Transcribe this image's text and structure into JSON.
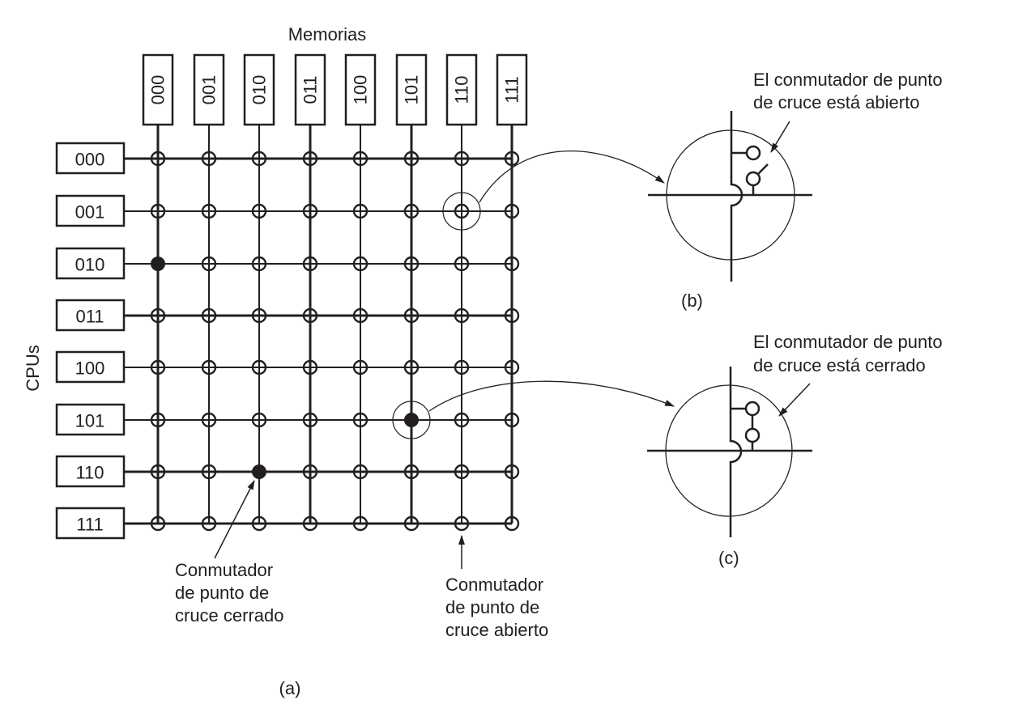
{
  "memories": {
    "title": "Memorias",
    "labels": [
      "000",
      "001",
      "010",
      "011",
      "100",
      "101",
      "110",
      "111"
    ]
  },
  "cpus": {
    "title": "CPUs",
    "labels": [
      "000",
      "001",
      "010",
      "011",
      "100",
      "101",
      "110",
      "111"
    ]
  },
  "closed_switches": [
    {
      "cpu": "010",
      "memory": "000"
    },
    {
      "cpu": "101",
      "memory": "101"
    },
    {
      "cpu": "110",
      "memory": "010"
    }
  ],
  "highlighted": {
    "open": {
      "cpu": "001",
      "memory": "110"
    },
    "closed": {
      "cpu": "101",
      "memory": "101"
    }
  },
  "annotations": {
    "closed_switch": [
      "Conmutador",
      "de punto de",
      "cruce cerrado"
    ],
    "open_switch": [
      "Conmutador",
      "de punto de",
      "cruce abierto"
    ]
  },
  "panels": {
    "a": {
      "caption": "(a)"
    },
    "b": {
      "caption": "(b)",
      "note": [
        "El conmutador de punto",
        "de cruce está abierto"
      ]
    },
    "c": {
      "caption": "(c)",
      "note": [
        "El conmutador de punto",
        "de cruce está cerrado"
      ]
    }
  },
  "colors": {
    "ink": "#231f20",
    "background": "#ffffff"
  }
}
